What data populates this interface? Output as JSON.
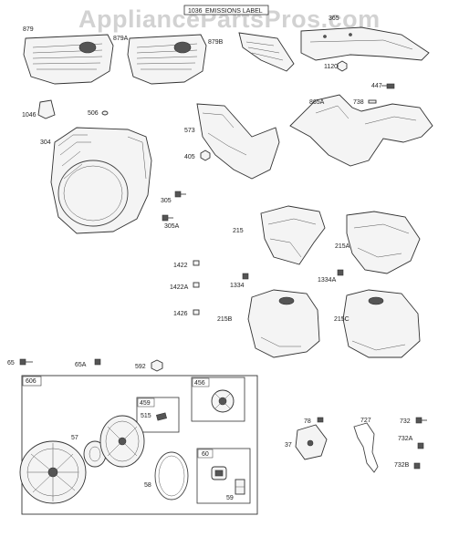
{
  "watermark": "AppliancePartsPros.com",
  "emissions_box": {
    "part_number": "1036",
    "label": "EMISSIONS LABEL"
  },
  "colors": {
    "line": "#333333",
    "watermark": "#d2d2d2",
    "background": "#ffffff"
  },
  "parts": {
    "p879": "879",
    "p879A": "879A",
    "p879B": "879B",
    "p365": "365",
    "p1120": "1120",
    "p447": "447",
    "p1046": "1046",
    "p506": "506",
    "p573": "573",
    "p865A": "865A",
    "p738": "738",
    "p304": "304",
    "p405": "405",
    "p305": "305",
    "p305A": "305A",
    "p215": "215",
    "p215A": "215A",
    "p1422": "1422",
    "p1422A": "1422A",
    "p1334": "1334",
    "p1334A": "1334A",
    "p1426": "1426",
    "p215B": "215B",
    "p215C": "215C",
    "p65": "65",
    "p65A": "65A",
    "p592": "592",
    "p606": "606",
    "p459": "459",
    "p515": "515",
    "p456": "456",
    "p57": "57",
    "p60": "60",
    "p58": "58",
    "p59": "59",
    "p78": "78",
    "p37": "37",
    "p727": "727",
    "p732": "732",
    "p732A": "732A",
    "p732B": "732B"
  }
}
